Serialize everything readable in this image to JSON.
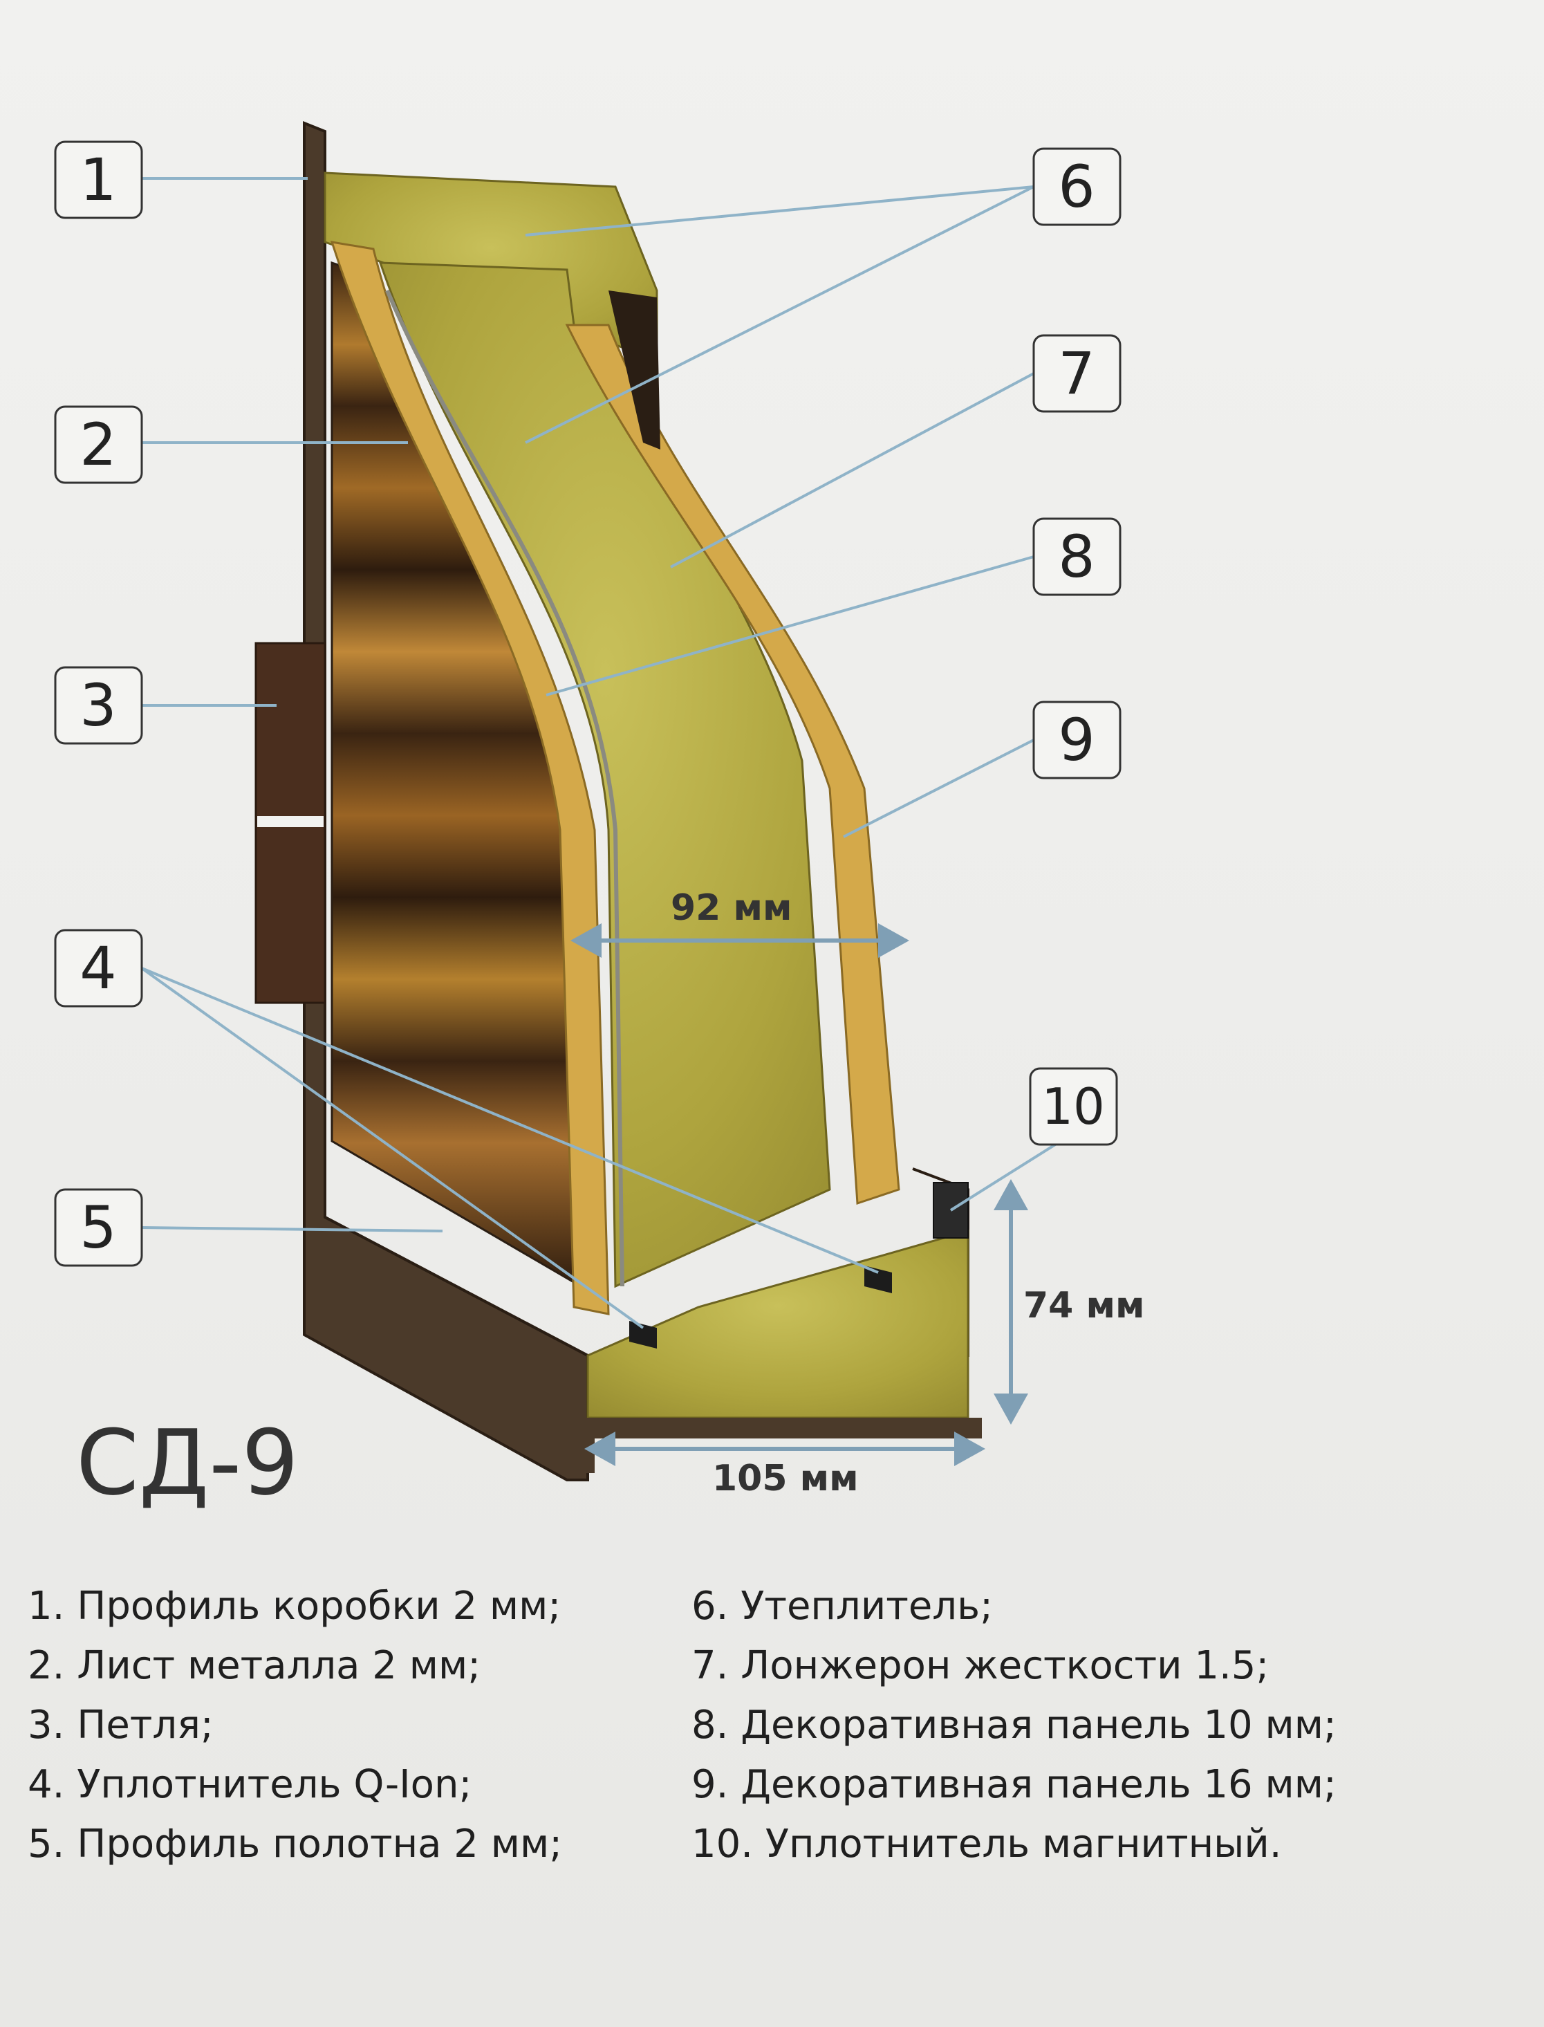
{
  "model": "СД-9",
  "callouts": [
    "1",
    "2",
    "3",
    "4",
    "5",
    "6",
    "7",
    "8",
    "9",
    "10"
  ],
  "dimensions": {
    "thickness": "92 мм",
    "frame_width": "105 мм",
    "frame_depth": "74 мм"
  },
  "legend": {
    "left": [
      "1. Профиль коробки 2 мм;",
      "2. Лист металла 2 мм;",
      "3. Петля;",
      "4. Уплотнитель Q-Ion;",
      "5. Профиль полотна 2 мм;"
    ],
    "right": [
      "6. Утеплитель;",
      "7. Лонжерон жесткости 1.5;",
      "8. Декоративная панель 10 мм;",
      "9. Декоративная панель 16 мм;",
      "10. Уплотнитель магнитный."
    ]
  },
  "colors": {
    "insulation": "#b8b046",
    "panel": "#d4a94a",
    "metal": "#5a4634",
    "wood_dark": "#3a2412",
    "wood_light": "#b07a2e",
    "leader": "#8fb3c8"
  }
}
